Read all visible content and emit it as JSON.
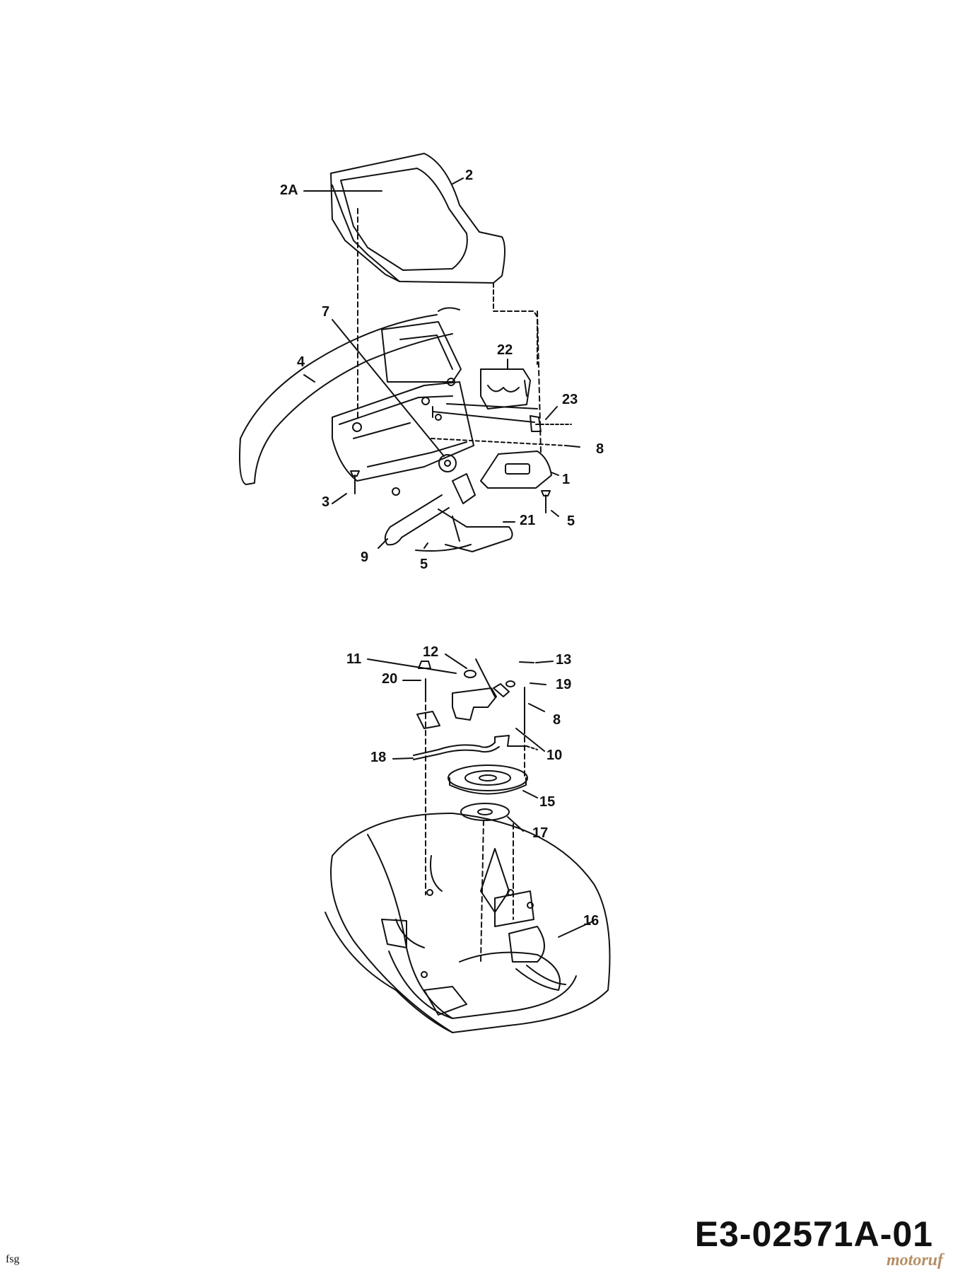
{
  "labels": {
    "l2a": "2A",
    "l2": "2",
    "l7": "7",
    "l4": "4",
    "l22": "22",
    "l23": "23",
    "l8a": "8",
    "l1": "1",
    "l3": "3",
    "l21": "21",
    "l5a": "5",
    "l9": "9",
    "l5b": "5",
    "l11": "11",
    "l12": "12",
    "l13": "13",
    "l20": "20",
    "l19": "19",
    "l8b": "8",
    "l10": "10",
    "l18": "18",
    "l15": "15",
    "l17": "17",
    "l16": "16"
  },
  "footer": {
    "drawing_code": "E3-02571A-01",
    "fsg": "fsg",
    "watermark": "motoruf"
  }
}
